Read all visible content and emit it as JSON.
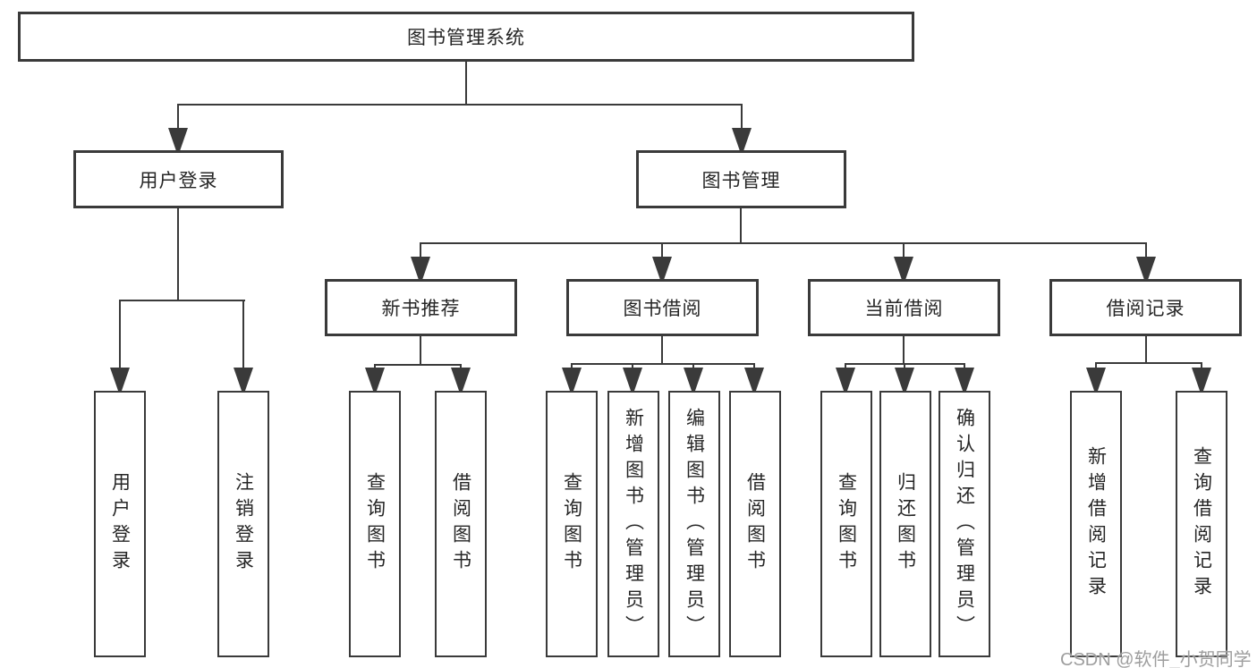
{
  "diagram": {
    "root": {
      "label": "图书管理系统"
    },
    "branches": [
      {
        "label": "用户登录",
        "children": [
          {
            "label": "用户登录"
          },
          {
            "label": "注销登录"
          }
        ]
      },
      {
        "label": "图书管理",
        "children": [
          {
            "label": "新书推荐",
            "children": [
              {
                "label": "查询图书"
              },
              {
                "label": "借阅图书"
              }
            ]
          },
          {
            "label": "图书借阅",
            "children": [
              {
                "label": "查询图书"
              },
              {
                "label": "新增图书（管理员）"
              },
              {
                "label": "编辑图书（管理员）"
              },
              {
                "label": "借阅图书"
              }
            ]
          },
          {
            "label": "当前借阅",
            "children": [
              {
                "label": "查询图书"
              },
              {
                "label": "归还图书"
              },
              {
                "label": "确认归还（管理员）"
              }
            ]
          },
          {
            "label": "借阅记录",
            "children": [
              {
                "label": "新增借阅记录"
              },
              {
                "label": "查询借阅记录"
              }
            ]
          }
        ]
      }
    ]
  },
  "watermark": {
    "text": "CSDN @软件_小贺同学"
  },
  "colors": {
    "line": "#3a3a3a",
    "text": "#262626",
    "background": "#ffffff",
    "watermark": "#9e9e9e"
  }
}
